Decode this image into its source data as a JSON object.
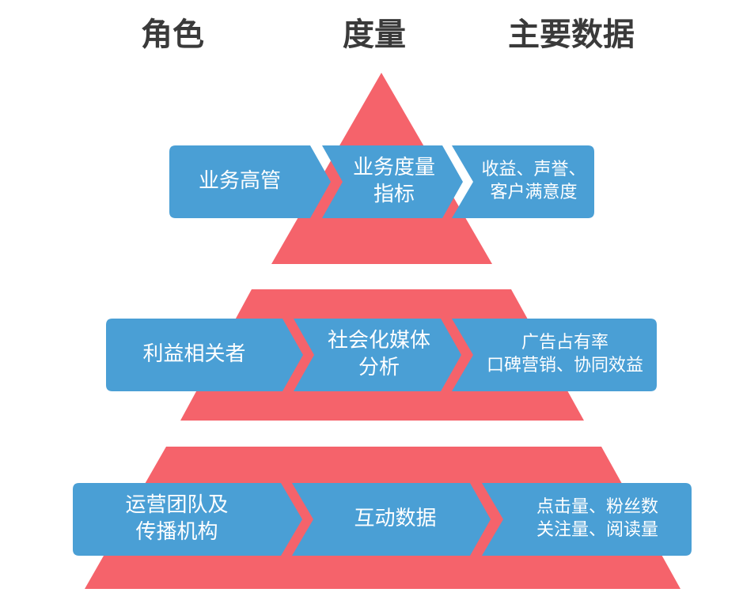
{
  "headers": {
    "role": "角色",
    "metric": "度量",
    "data": "主要数据"
  },
  "levels": [
    {
      "role": [
        "业务高管"
      ],
      "metric": [
        "业务度量",
        "指标"
      ],
      "data": [
        "收益、声誉、",
        "客户满意度"
      ]
    },
    {
      "role": [
        "利益相关者"
      ],
      "metric": [
        "社会化媒体",
        "分析"
      ],
      "data": [
        "广告占有率",
        "口碑营销、协同效益"
      ]
    },
    {
      "role": [
        "运营团队及",
        "传播机构"
      ],
      "metric": [
        "互动数据"
      ],
      "data": [
        "点击量、粉丝数",
        "关注量、阅读量"
      ]
    }
  ],
  "colors": {
    "pyramid": "#f5636b",
    "box": "#4a9fd5",
    "text": "#ffffff",
    "header": "#3a3a3a",
    "background": "#ffffff"
  }
}
